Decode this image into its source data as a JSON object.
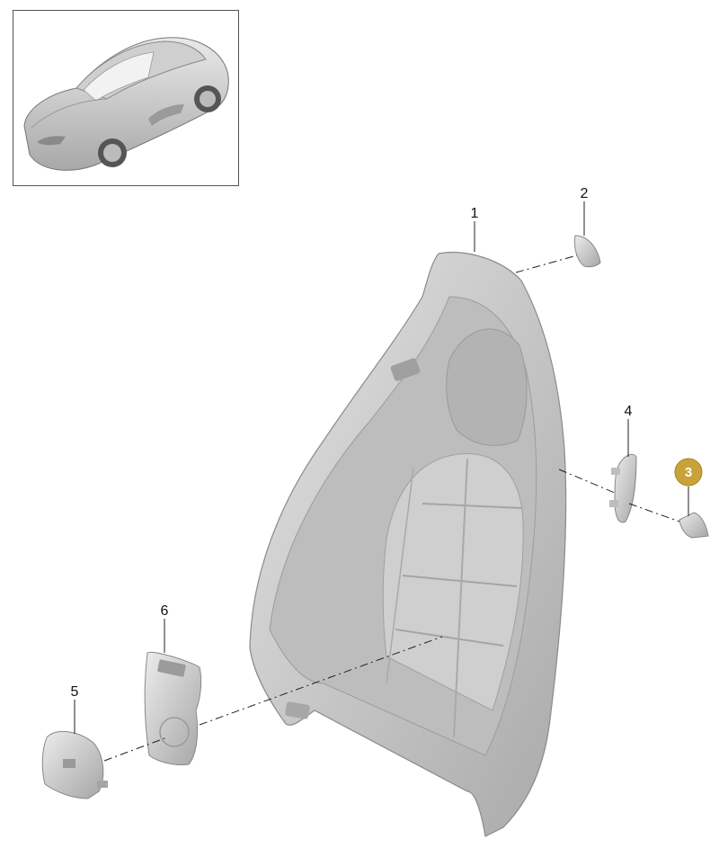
{
  "colors": {
    "part_fill": "#c9c9c9",
    "part_dark": "#9a9a9a",
    "part_light": "#e6e6e6",
    "line": "#222222",
    "highlight": "#c9a23a"
  },
  "thumbnail": {
    "icon": "car-icon"
  },
  "callouts": [
    {
      "id": "1",
      "label": "1"
    },
    {
      "id": "2",
      "label": "2"
    },
    {
      "id": "3",
      "label": "3",
      "highlighted": true
    },
    {
      "id": "4",
      "label": "4"
    },
    {
      "id": "5",
      "label": "5"
    },
    {
      "id": "6",
      "label": "6"
    }
  ]
}
